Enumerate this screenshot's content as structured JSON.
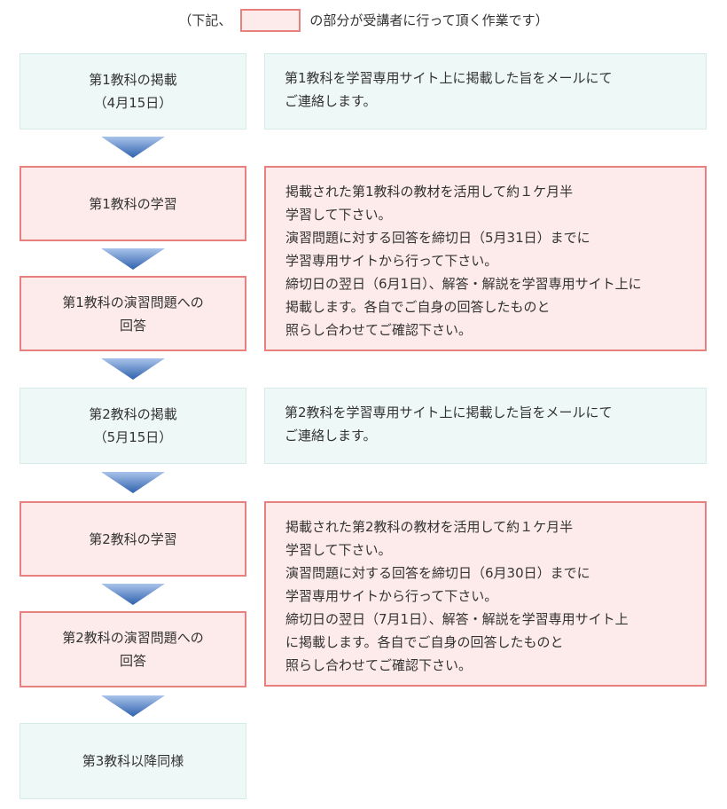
{
  "legend": {
    "prefix": "（下記、",
    "suffix": "の部分が受講者に行って頂く作業です）"
  },
  "colors": {
    "info_background": "#eef8f7",
    "info_border": "#d4ebe8",
    "task_background": "#fdeaea",
    "task_border": "#e8807e",
    "arrow": "#2f62ad"
  },
  "steps": [
    {
      "kind": "info",
      "lines": [
        "第1教科の掲載",
        "（4月15日）"
      ]
    },
    {
      "kind": "task",
      "lines": [
        "第1教科の学習"
      ]
    },
    {
      "kind": "task",
      "lines": [
        "第1教科の演習問題への",
        "回答"
      ]
    },
    {
      "kind": "info",
      "lines": [
        "第2教科の掲載",
        "（5月15日）"
      ]
    },
    {
      "kind": "task",
      "lines": [
        "第2教科の学習"
      ]
    },
    {
      "kind": "task",
      "lines": [
        "第2教科の演習問題への",
        "回答"
      ]
    },
    {
      "kind": "info",
      "lines": [
        "第3教科以降同様"
      ]
    }
  ],
  "notes": [
    {
      "kind": "info",
      "lines": [
        "第1教科を学習専用サイト上に掲載した旨をメールにて",
        "ご連絡します。"
      ]
    },
    {
      "kind": "task",
      "lines": [
        "掲載された第1教科の教材を活用して約１ケ月半",
        "学習して下さい。",
        "演習問題に対する回答を締切日（5月31日）までに",
        "学習専用サイトから行って下さい。",
        "締切日の翌日（6月1日）、解答・解説を学習専用サイト上に",
        "掲載します。各自でご自身の回答したものと",
        "照らし合わせてご確認下さい。"
      ]
    },
    {
      "kind": "info",
      "lines": [
        "第2教科を学習専用サイト上に掲載した旨をメールにて",
        "ご連絡します。"
      ]
    },
    {
      "kind": "task",
      "lines": [
        "掲載された第2教科の教材を活用して約１ケ月半",
        "学習して下さい。",
        "演習問題に対する回答を締切日（6月30日）までに",
        "学習専用サイトから行って下さい。",
        "締切日の翌日（7月1日）、解答・解説を学習専用サイト上",
        "に掲載します。各自でご自身の回答したものと",
        "照らし合わせてご確認下さい。"
      ]
    }
  ]
}
